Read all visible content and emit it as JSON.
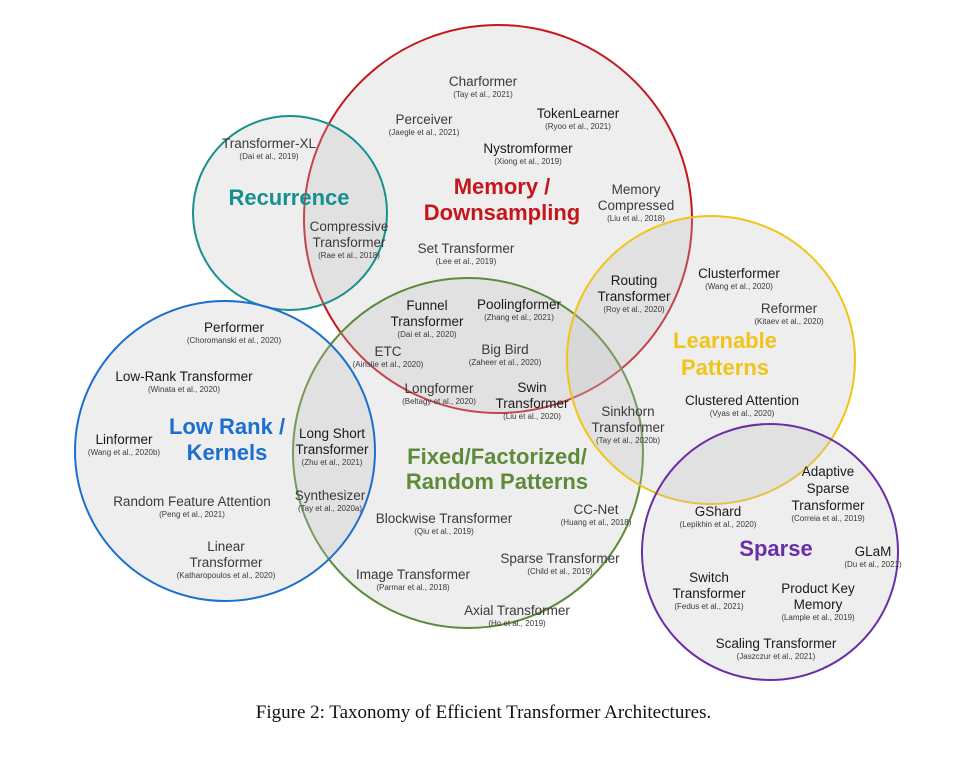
{
  "caption": "Figure 2: Taxonomy of Efficient Transformer Architectures.",
  "categories": [
    {
      "key": "memory",
      "label_lines": [
        "Memory /",
        "Downsampling"
      ],
      "color": "#c4161c"
    },
    {
      "key": "recurrence",
      "label_lines": [
        "Recurrence"
      ],
      "color": "#14918e"
    },
    {
      "key": "fixed",
      "label_lines": [
        "Fixed/Factorized/",
        "Random Patterns"
      ],
      "color": "#5e8b3a"
    },
    {
      "key": "lowrank",
      "label_lines": [
        "Low Rank /",
        "Kernels"
      ],
      "color": "#1c6fd1"
    },
    {
      "key": "learnable",
      "label_lines": [
        "Learnable",
        "Patterns"
      ],
      "color": "#f0c419"
    },
    {
      "key": "sparse",
      "label_lines": [
        "Sparse"
      ],
      "color": "#6a2fa8"
    }
  ],
  "models": [
    {
      "name_lines": [
        "Charformer"
      ],
      "cite": "(Tay et al., 2021)"
    },
    {
      "name_lines": [
        "TokenLearner"
      ],
      "cite": "(Ryoo et al., 2021)"
    },
    {
      "name_lines": [
        "Perceiver"
      ],
      "cite": "(Jaegle et al., 2021)"
    },
    {
      "name_lines": [
        "Nystromformer"
      ],
      "cite": "(Xiong et al., 2019)"
    },
    {
      "name_lines": [
        "Transformer-XL"
      ],
      "cite": "(Dai et al., 2019)"
    },
    {
      "name_lines": [
        "Memory",
        "Compressed"
      ],
      "cite": "(Liu et al., 2018)"
    },
    {
      "name_lines": [
        "Compressive",
        "Transformer"
      ],
      "cite": "(Rae et al., 2018)"
    },
    {
      "name_lines": [
        "Set Transformer"
      ],
      "cite": "(Lee et al., 2019)"
    },
    {
      "name_lines": [
        "Routing",
        "Transformer"
      ],
      "cite": "(Roy et al., 2020)"
    },
    {
      "name_lines": [
        "Clusterformer"
      ],
      "cite": "(Wang et al., 2020)"
    },
    {
      "name_lines": [
        "Funnel",
        "Transformer"
      ],
      "cite": "(Dai et al., 2020)"
    },
    {
      "name_lines": [
        "Poolingformer"
      ],
      "cite": "(Zhang et al., 2021)"
    },
    {
      "name_lines": [
        "Reformer"
      ],
      "cite": "(Kitaev et al., 2020)"
    },
    {
      "name_lines": [
        "Performer"
      ],
      "cite": "(Choromanski et al., 2020)"
    },
    {
      "name_lines": [
        "ETC"
      ],
      "cite": "(Ainslie et al., 2020)"
    },
    {
      "name_lines": [
        "Big Bird"
      ],
      "cite": "(Zaheer et al., 2020)"
    },
    {
      "name_lines": [
        "Low-Rank Transformer"
      ],
      "cite": "(Winata et al., 2020)"
    },
    {
      "name_lines": [
        "Longformer"
      ],
      "cite": "(Beltagy et al., 2020)"
    },
    {
      "name_lines": [
        "Swin",
        "Transformer"
      ],
      "cite": "(Liu et al., 2020)"
    },
    {
      "name_lines": [
        "Clustered Attention"
      ],
      "cite": "(Vyas et al., 2020)"
    },
    {
      "name_lines": [
        "Sinkhorn",
        "Transformer"
      ],
      "cite": "(Tay et al., 2020b)"
    },
    {
      "name_lines": [
        "Long Short",
        "Transformer"
      ],
      "cite": "(Zhu et al., 2021)"
    },
    {
      "name_lines": [
        "Linformer"
      ],
      "cite": "(Wang et al., 2020b)"
    },
    {
      "name_lines": [
        "Adaptive",
        "Sparse",
        "Transformer"
      ],
      "cite": "(Correia et al., 2019)"
    },
    {
      "name_lines": [
        "Synthesizer"
      ],
      "cite": "(Tay et al., 2020a)"
    },
    {
      "name_lines": [
        "Random Feature Attention"
      ],
      "cite": "(Peng et al., 2021)"
    },
    {
      "name_lines": [
        "GShard"
      ],
      "cite": "(Lepikhin et al., 2020)"
    },
    {
      "name_lines": [
        "CC-Net"
      ],
      "cite": "(Huang et al., 2018)"
    },
    {
      "name_lines": [
        "Blockwise Transformer"
      ],
      "cite": "(Qiu et al., 2019)"
    },
    {
      "name_lines": [
        "GLaM"
      ],
      "cite": "(Du et al., 2021)"
    },
    {
      "name_lines": [
        "Linear",
        "Transformer"
      ],
      "cite": "(Katharopoulos et al., 2020)"
    },
    {
      "name_lines": [
        "Sparse Transformer"
      ],
      "cite": "(Child et al., 2019)"
    },
    {
      "name_lines": [
        "Image Transformer"
      ],
      "cite": "(Parmar et al., 2018)"
    },
    {
      "name_lines": [
        "Switch",
        "Transformer"
      ],
      "cite": "(Fedus et al., 2021)"
    },
    {
      "name_lines": [
        "Product Key",
        "Memory"
      ],
      "cite": "(Lample et al., 2019)"
    },
    {
      "name_lines": [
        "Axial Transformer"
      ],
      "cite": "(Ho et al., 2019)"
    },
    {
      "name_lines": [
        "Scaling Transformer"
      ],
      "cite": "(Jaszczur et al., 2021)"
    }
  ]
}
